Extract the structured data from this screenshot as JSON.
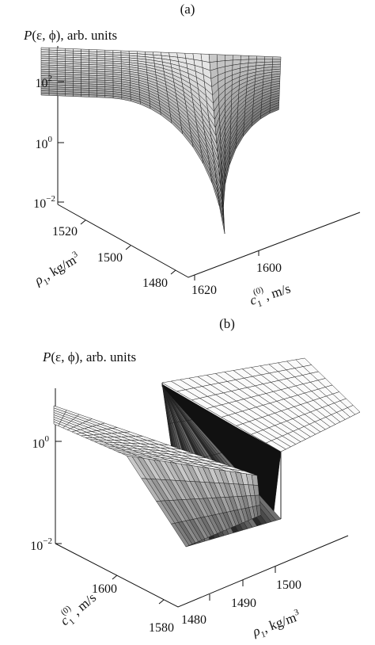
{
  "chart_data": [
    {
      "type": "surface3d",
      "panel_label": "(a)",
      "zlabel_prefix": "P",
      "zlabel_args": "(ε, ϕ)",
      "zlabel_suffix": ", arb. units",
      "z_scale": "log",
      "z_ticks": [
        {
          "base": "10",
          "exp": "2"
        },
        {
          "base": "10",
          "exp": "0"
        },
        {
          "base": "10",
          "exp": "−2"
        }
      ],
      "rho_ticks": [
        "1520",
        "1500",
        "1480"
      ],
      "c_ticks": [
        "1600",
        "1620"
      ],
      "rho_axis_label": {
        "sym": "ρ",
        "sub": "1",
        "rest": ", kg/m",
        "sup": "3"
      },
      "c_axis_label": {
        "sym": "c",
        "sub": "1",
        "sup": "(0)",
        "rest": ", m/s"
      },
      "grid": false
    },
    {
      "type": "surface3d",
      "panel_label": "(b)",
      "zlabel_prefix": "P",
      "zlabel_args": "(ε, ϕ)",
      "zlabel_suffix": ", arb. units",
      "z_scale": "log",
      "z_ticks": [
        {
          "base": "10",
          "exp": "0"
        },
        {
          "base": "10",
          "exp": "−2"
        }
      ],
      "c_ticks": [
        "1600",
        "1580"
      ],
      "rho_ticks": [
        "1480",
        "1490",
        "1500"
      ],
      "c_axis_label": {
        "sym": "c",
        "sub": "1",
        "sup": "(0)",
        "rest": ", m/s"
      },
      "rho_axis_label": {
        "sym": "ρ",
        "sub": "1",
        "rest": ", kg/m",
        "sup": "3"
      },
      "grid": false
    }
  ]
}
